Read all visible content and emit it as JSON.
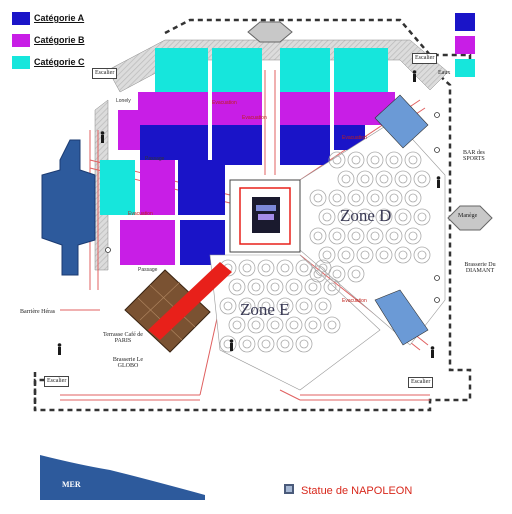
{
  "legend": [
    {
      "label": "Catégorie A",
      "color": "#1a14c8"
    },
    {
      "label": "Catégorie B",
      "color": "#c81ee6"
    },
    {
      "label": "Catégorie C",
      "color": "#16e6dc"
    }
  ],
  "labels": {
    "escalier_top_left": "Escalier",
    "escalier_top_right": "Escalier",
    "escalier_bottom_left": "Escalier",
    "escalier_bottom_right": "Escalier",
    "eaux": "Eaux",
    "bar_sports": "BAR des SPORTS",
    "manege": "Manège",
    "brasserie_diamant": "Brasserie Du DIAMANT",
    "zone_d": "Zone D",
    "zone_e": "Zone E",
    "terrasse_paris": "Terrasse Café de PARIS",
    "brasserie_globo": "Brasserie Le GLOBO",
    "barriere": "Barrière Héras",
    "mer": "MER",
    "statue": "Statue de NAPOLEON",
    "evac_1": "Evacuation",
    "evac_2": "Evacuation",
    "evac_3": "Evacuation",
    "evac_4": "Evacuation",
    "evac_5": "Evacuation",
    "passage_1": "Passage",
    "passage_2": "Passage",
    "lonely": "Lonely"
  },
  "colors": {
    "cat_a": "#1a14c8",
    "cat_b": "#c81ee6",
    "cat_c": "#16e6dc",
    "evacuation": "#e8201a",
    "paths": "#e06060",
    "dashed": "#333333",
    "sea": "#2d5a9c",
    "stage": "#1a1a2e",
    "stand_blue": "#6b9ad6"
  }
}
